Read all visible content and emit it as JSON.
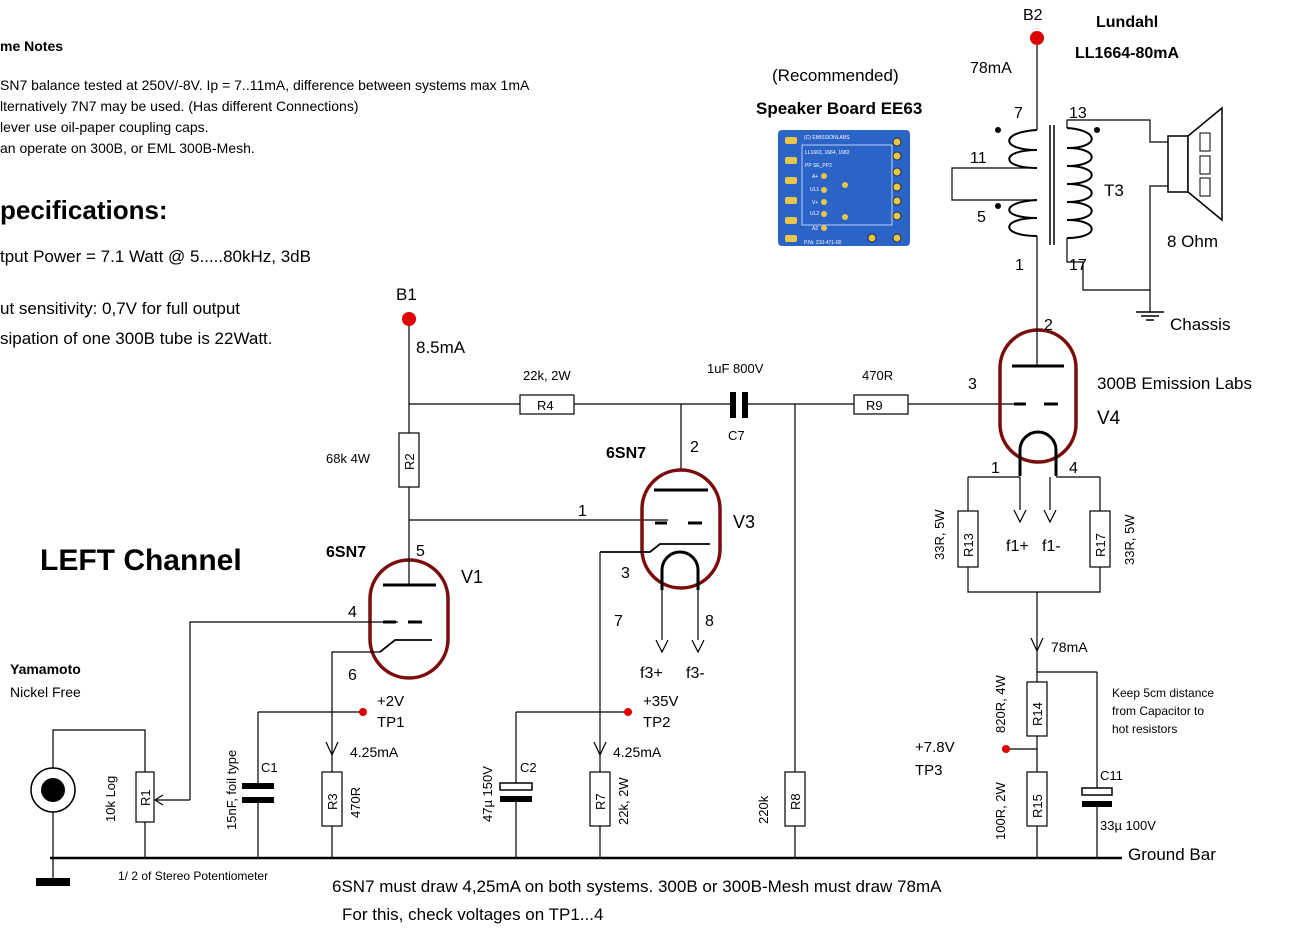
{
  "notes": {
    "heading": "me Notes",
    "lines": [
      "SN7 balance tested at 250V/-8V. Ip = 7..11mA, difference between systems max 1mA",
      "lternatively 7N7 may be used. (Has different  Connections)",
      "lever use oil-paper coupling caps.",
      "an operate on 300B, or EML 300B-Mesh."
    ]
  },
  "specs": {
    "heading": "pecifications:",
    "lines": [
      "tput Power = 7.1 Watt @ 5.....80kHz, 3dB",
      "ut sensitivity:  0,7V for full output",
      "sipation of one 300B tube is 22Watt."
    ]
  },
  "channel_title": "LEFT Channel",
  "recommended": {
    "line1": "(Recommended)",
    "line2": "Speaker Board EE63"
  },
  "board": {
    "title": "(C) EMISSIONLABS",
    "left_label": "LL1663, 1664, 1682",
    "pins_left": [
      "A+",
      "UL1",
      "V+",
      "UL2",
      "A2"
    ],
    "col_head": "PP   SE_PP2",
    "part_no": "P.Nr. 210-471-00"
  },
  "transformer": {
    "name": "Lundahl",
    "model": "LL1664-80mA",
    "ref": "T3",
    "pins": [
      "7",
      "11",
      "5",
      "1",
      "13",
      "17"
    ],
    "supply": "B2",
    "current": "78mA",
    "speaker": "8 Ohm",
    "chassis": "Chassis"
  },
  "v4": {
    "name": "300B Emission Labs",
    "ref": "V4",
    "pins": [
      "2",
      "3",
      "1",
      "4"
    ],
    "f_plus": "f1+",
    "f_minus": "f1-",
    "current": "78mA"
  },
  "v3": {
    "type": "6SN7",
    "ref": "V3",
    "pins": [
      "2",
      "1",
      "3",
      "7",
      "8"
    ],
    "f_plus": "f3+",
    "f_minus": "f3-"
  },
  "v1": {
    "type": "6SN7",
    "ref": "V1",
    "pins": [
      "5",
      "4",
      "6"
    ]
  },
  "b1": {
    "label": "B1",
    "current": "8.5mA"
  },
  "resistors": {
    "R1": {
      "ref": "R1",
      "value": "10k Log"
    },
    "R2": {
      "ref": "R2",
      "value": "68k 4W"
    },
    "R3": {
      "ref": "R3",
      "value": "470R"
    },
    "R4": {
      "ref": "R4",
      "value": "22k, 2W"
    },
    "R7": {
      "ref": "R7",
      "value": "22k, 2W"
    },
    "R8": {
      "ref": "R8",
      "value": "220k"
    },
    "R9": {
      "ref": "R9",
      "value": "470R"
    },
    "R13": {
      "ref": "R13",
      "value": "33R, 5W"
    },
    "R14": {
      "ref": "R14",
      "value": "820R, 4W"
    },
    "R15": {
      "ref": "R15",
      "value": "100R, 2W"
    },
    "R17": {
      "ref": "R17",
      "value": "33R, 5W"
    }
  },
  "capacitors": {
    "C1": {
      "ref": "C1",
      "value": "15nF, foil type"
    },
    "C2": {
      "ref": "C2",
      "value": "47µ 150V"
    },
    "C7": {
      "ref": "C7",
      "value": "1uF 800V"
    },
    "C11": {
      "ref": "C11",
      "value": "33µ 100V"
    }
  },
  "testpoints": {
    "tp1": {
      "voltage": "+2V",
      "label": "TP1",
      "current": "4.25mA"
    },
    "tp2": {
      "voltage": "+35V",
      "label": "TP2",
      "current": "4.25mA"
    },
    "tp3": {
      "voltage": "+7.8V",
      "label": "TP3"
    }
  },
  "input": {
    "brand": "Yamamoto",
    "desc": "Nickel Free",
    "pot_note": "1/ 2 of Stereo Potentiometer"
  },
  "keep_note": [
    "Keep  5cm distance",
    "from Capacitor to",
    "hot resistors"
  ],
  "ground_bar": "Ground Bar",
  "footer": {
    "line1": "6SN7 must draw  4,25mA on both systems.  300B or 300B-Mesh must draw 78mA",
    "line2": "For this, check voltages on TP1...4"
  },
  "colors": {
    "tube": "#7a0d0d",
    "heading_red": "#e00000",
    "heading_blue": "#1a1a8c",
    "footer_teal": "#1a9a8a",
    "board_blue": "#2b63c7",
    "testpoint": "#e00000"
  }
}
